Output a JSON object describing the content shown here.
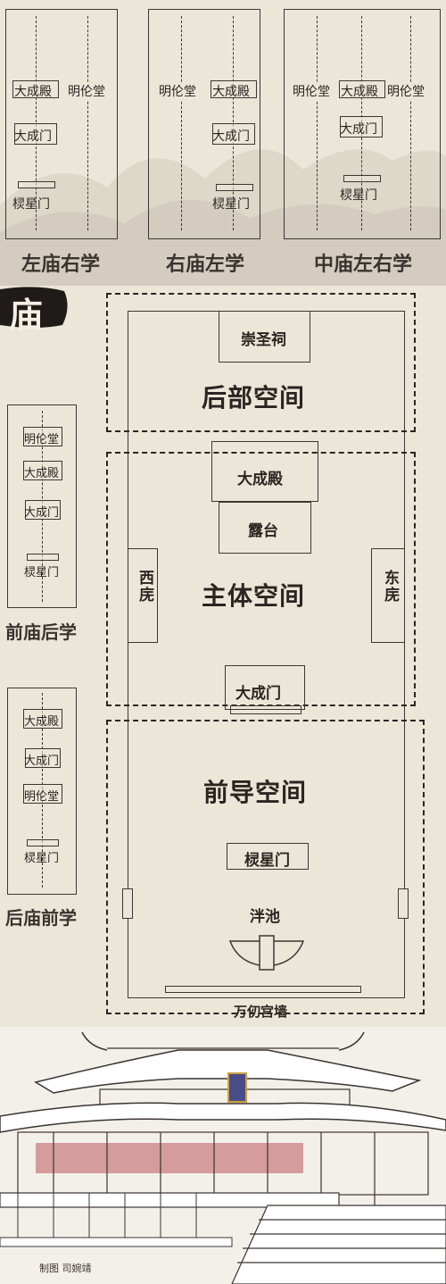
{
  "layouts": {
    "left_temple_right_school": {
      "caption": "左庙右学",
      "dachengdian": "大成殿",
      "minglundang": "明伦堂",
      "dachengmen": "大成门",
      "lingxingmen": "棂星门"
    },
    "right_temple_left_school": {
      "caption": "右庙左学",
      "minglundang": "明伦堂",
      "dachengdian": "大成殿",
      "dachengmen": "大成门",
      "lingxingmen": "棂星门"
    },
    "center_temple_side_schools": {
      "caption": "中庙左右学",
      "minglundang_left": "明伦堂",
      "dachengdian": "大成殿",
      "minglundang_right": "明伦堂",
      "dachengmen": "大成门",
      "lingxingmen": "棂星门"
    },
    "front_temple_back_school": {
      "caption": "前庙后学",
      "minglundang": "明伦堂",
      "dachengdian": "大成殿",
      "dachengmen": "大成门",
      "lingxingmen": "棂星门"
    },
    "back_temple_front_school": {
      "caption": "后庙前学",
      "dachengdian": "大成殿",
      "dachengmen": "大成门",
      "minglundang": "明伦堂",
      "lingxingmen": "棂星门"
    }
  },
  "section_char": "庙",
  "main_plan": {
    "rear_space": "后部空间",
    "chongshengci": "崇圣祠",
    "main_space": "主体空间",
    "dachengdian": "大成殿",
    "lutai": "露台",
    "west_wing": "西庑",
    "east_wing": "东庑",
    "dachengmen": "大成门",
    "front_space": "前导空间",
    "lingxingmen": "棂星门",
    "panchi": "泮池",
    "wall": "万仞宫墙"
  },
  "credit": "制图 司婉靖",
  "colors": {
    "paper": "#ece6d8",
    "ink": "#2a2522",
    "mountain": "#cfc8bb",
    "red": "#b9585a",
    "window": "#4a4c8a"
  }
}
